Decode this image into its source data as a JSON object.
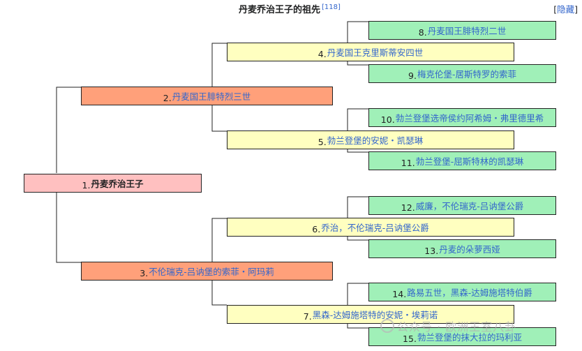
{
  "title": "丹麦乔治王子的祖先",
  "title_ref": "[118]",
  "hide_toggle": {
    "left": "[",
    "link": "隐藏",
    "right": "]"
  },
  "watermark": "公众号 · 欧洲王室八卦",
  "colors": {
    "gen1": "#ffc0c0",
    "gen2": "#ffa07a",
    "gen3": "#ffffc0",
    "gen4": "#a0f0b8",
    "link": "#3366cc"
  },
  "tree": {
    "n1": {
      "num": "1.",
      "name": "丹麦乔治王子"
    },
    "n2": {
      "num": "2.",
      "name": "丹麦国王腓特烈三世"
    },
    "n3": {
      "num": "3.",
      "name": "不伦瑞克-吕讷堡的索菲・阿玛莉"
    },
    "n4": {
      "num": "4.",
      "name": "丹麦国王克里斯蒂安四世"
    },
    "n5": {
      "num": "5.",
      "name": "勃兰登堡的安妮・凯瑟琳"
    },
    "n6": {
      "num": "6.",
      "name": "乔治，不伦瑞克-吕讷堡公爵"
    },
    "n7": {
      "num": "7.",
      "name": "黑森-达姆施塔特的安妮・埃莉诺"
    },
    "n8": {
      "num": "8.",
      "name": "丹麦国王腓特烈二世"
    },
    "n9": {
      "num": "9.",
      "name": "梅克伦堡-居斯特罗的索菲"
    },
    "n10": {
      "num": "10.",
      "name": "勃兰登堡选帝侯约阿希姆・弗里德里希"
    },
    "n11": {
      "num": "11.",
      "name": "勃兰登堡-屈斯特林的凯瑟琳"
    },
    "n12": {
      "num": "12.",
      "name": "威廉，不伦瑞克-吕讷堡公爵"
    },
    "n13": {
      "num": "13.",
      "name": "丹麦的朵萝西娅"
    },
    "n14": {
      "num": "14.",
      "name": "路易五世，黑森-达姆施塔特伯爵"
    },
    "n15": {
      "num": "15.",
      "name": "勃兰登堡的抹大拉的玛利亚"
    }
  }
}
